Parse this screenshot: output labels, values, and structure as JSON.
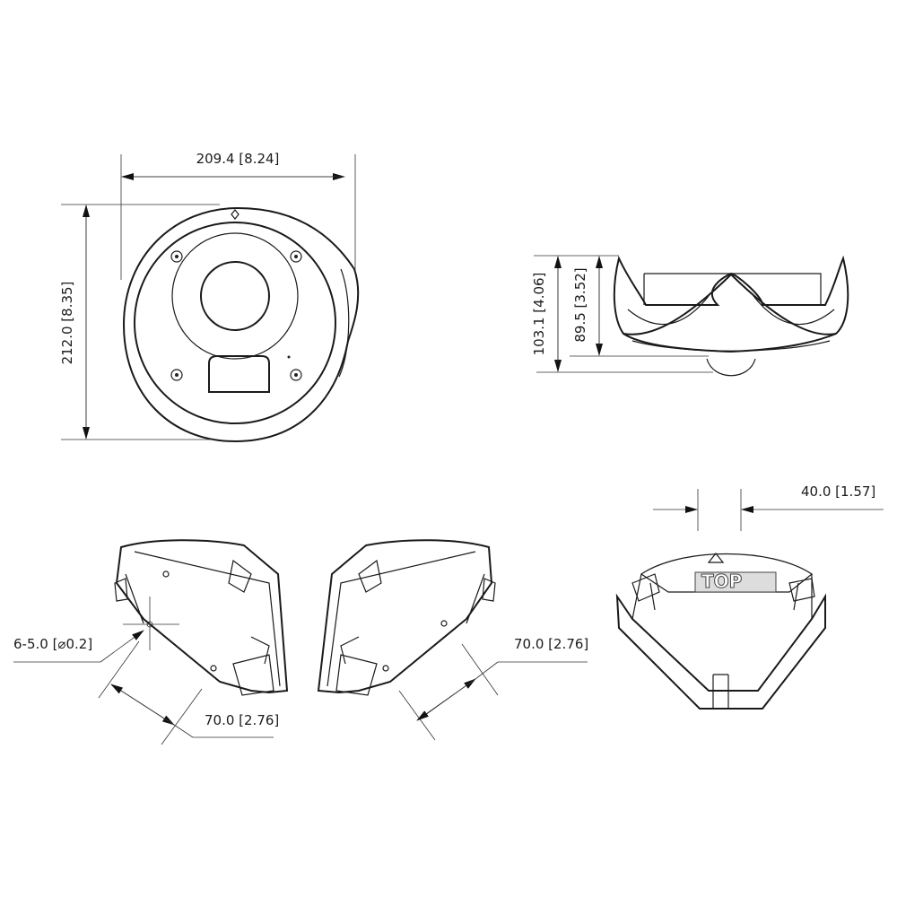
{
  "drawing": {
    "front_view": {
      "width_label": "209.4 [8.24]",
      "height_label": "212.0 [8.35]"
    },
    "side_view": {
      "overall_height_label": "103.1 [4.06]",
      "body_height_label": "89.5 [3.52]"
    },
    "bracket_views": {
      "hole_label": "6-5.0 [⌀0.2]",
      "left_spacing_label": "70.0 [2.76]",
      "right_spacing_label": "70.0 [2.76]"
    },
    "top_bracket_view": {
      "gap_label": "40.0 [1.57]",
      "top_marking": "TOP"
    }
  }
}
